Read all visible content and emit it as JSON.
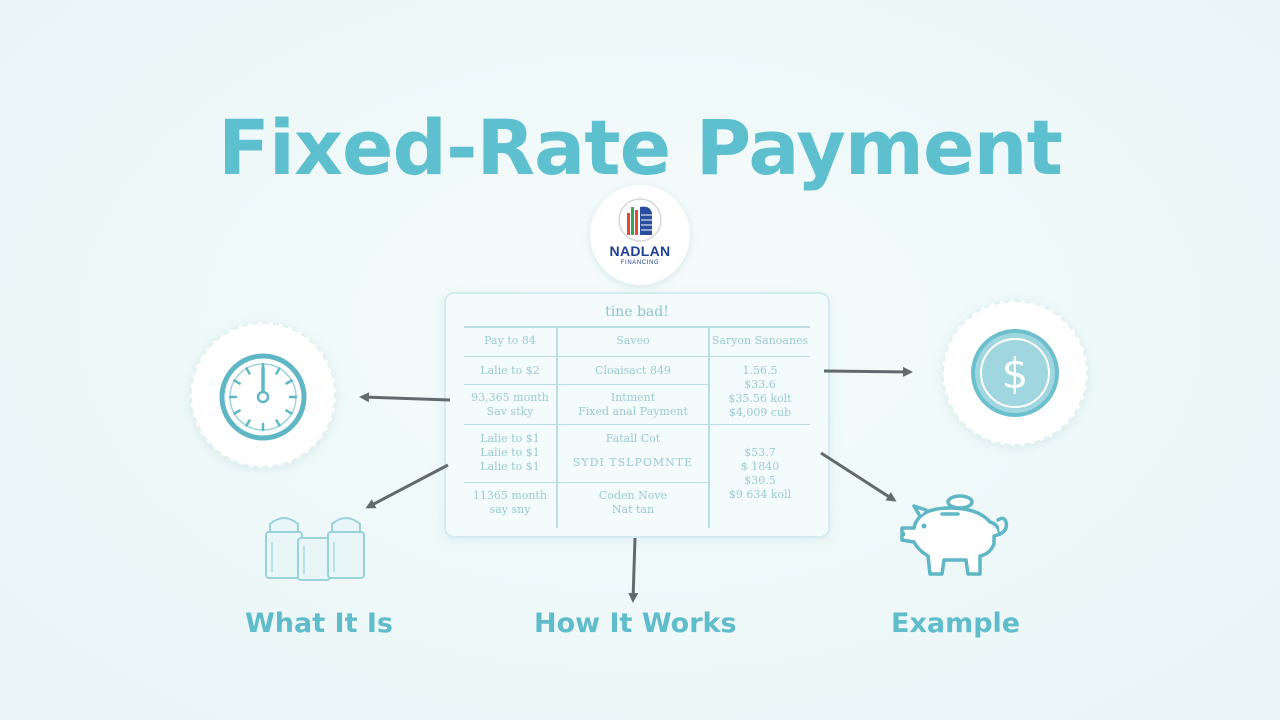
{
  "title": "Fixed-Rate Payment",
  "logo": {
    "name": "NADLAN",
    "subtitle": "FINANCING"
  },
  "table": {
    "title": "tine bad!",
    "headers": [
      "Pay to 84",
      "Saveo",
      "Saryon Sanoanes"
    ],
    "col1": [
      "Lalie to $2",
      "93,365 month\nSav stky",
      "Lalie to $1\nLalie to $1\nLalie to $1",
      "11365 month\nsay sny"
    ],
    "col2": [
      "Cloaisact 849",
      "Intment\nFixed anal Payment",
      "Fatall Cot",
      "SYDI TSLPOMNTE",
      "Coden Nove\nNat tan"
    ],
    "col3": [
      "1.56.5\n$33.6\n$35.56 kolt\n$4,009 cub",
      "$53.7\n$ 1840\n$30.5\n$9 634 koll"
    ]
  },
  "labels": {
    "what_it_is": "What It Is",
    "how_it_works": "How It Works",
    "example": "Example"
  },
  "icons": {
    "left": "clock-icon",
    "right": "dollar-coin-icon",
    "bottom_left": "containers-icon",
    "bottom_right": "piggy-bank-icon"
  },
  "colors": {
    "accent": "#5ec0cf",
    "icon": "#5fb7c5",
    "arrow": "#636a6d",
    "logo_text": "#1f3f8f"
  }
}
